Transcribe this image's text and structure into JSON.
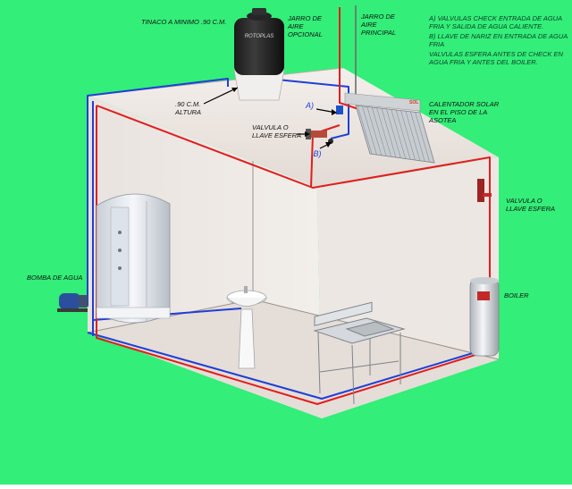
{
  "colors": {
    "background": "#33ee78",
    "hot_pipe": "#e01e1e",
    "cold_pipe": "#1f3fd6",
    "room_fill": "#efe9e4"
  },
  "labels": {
    "tinaco": "TINACO A MINIMO .90 C.M.",
    "jarro_opcional": "JARRO DE\nAIRE\nOPCIONAL",
    "jarro_principal": "JARRO DE\nAIRE\nPRINCIPAL",
    "altura": ".90 C.M.\nALTURA",
    "valvula_llave": "VALVULA O\nLLAVE ESFERA",
    "marker_a": "A)",
    "marker_b": ".B)",
    "calentador": "CALENTADOR SOLAR\nEN EL PISO DE LA\nASOTEA",
    "valvula_llave_right": "VALVULA O\nLLAVE ESFERA",
    "bomba": "BOMBA DE AGUA",
    "boiler": "BOILER"
  },
  "notes": [
    "A) VALVULAS CHECK ENTRADA DE AGUA\n    FRIA Y SALIDA DE AGUA CALIENTE.",
    "B) LLAVE DE NARIZ EN ENTRADA DE AGUA\n    FRIA",
    "VALVULAS ESFERA ANTES DE CHECK EN\nAGUA FRIA Y ANTES DEL BOILER."
  ],
  "tank_brand": "ROTOPLAS",
  "heater_brand": "SOL"
}
